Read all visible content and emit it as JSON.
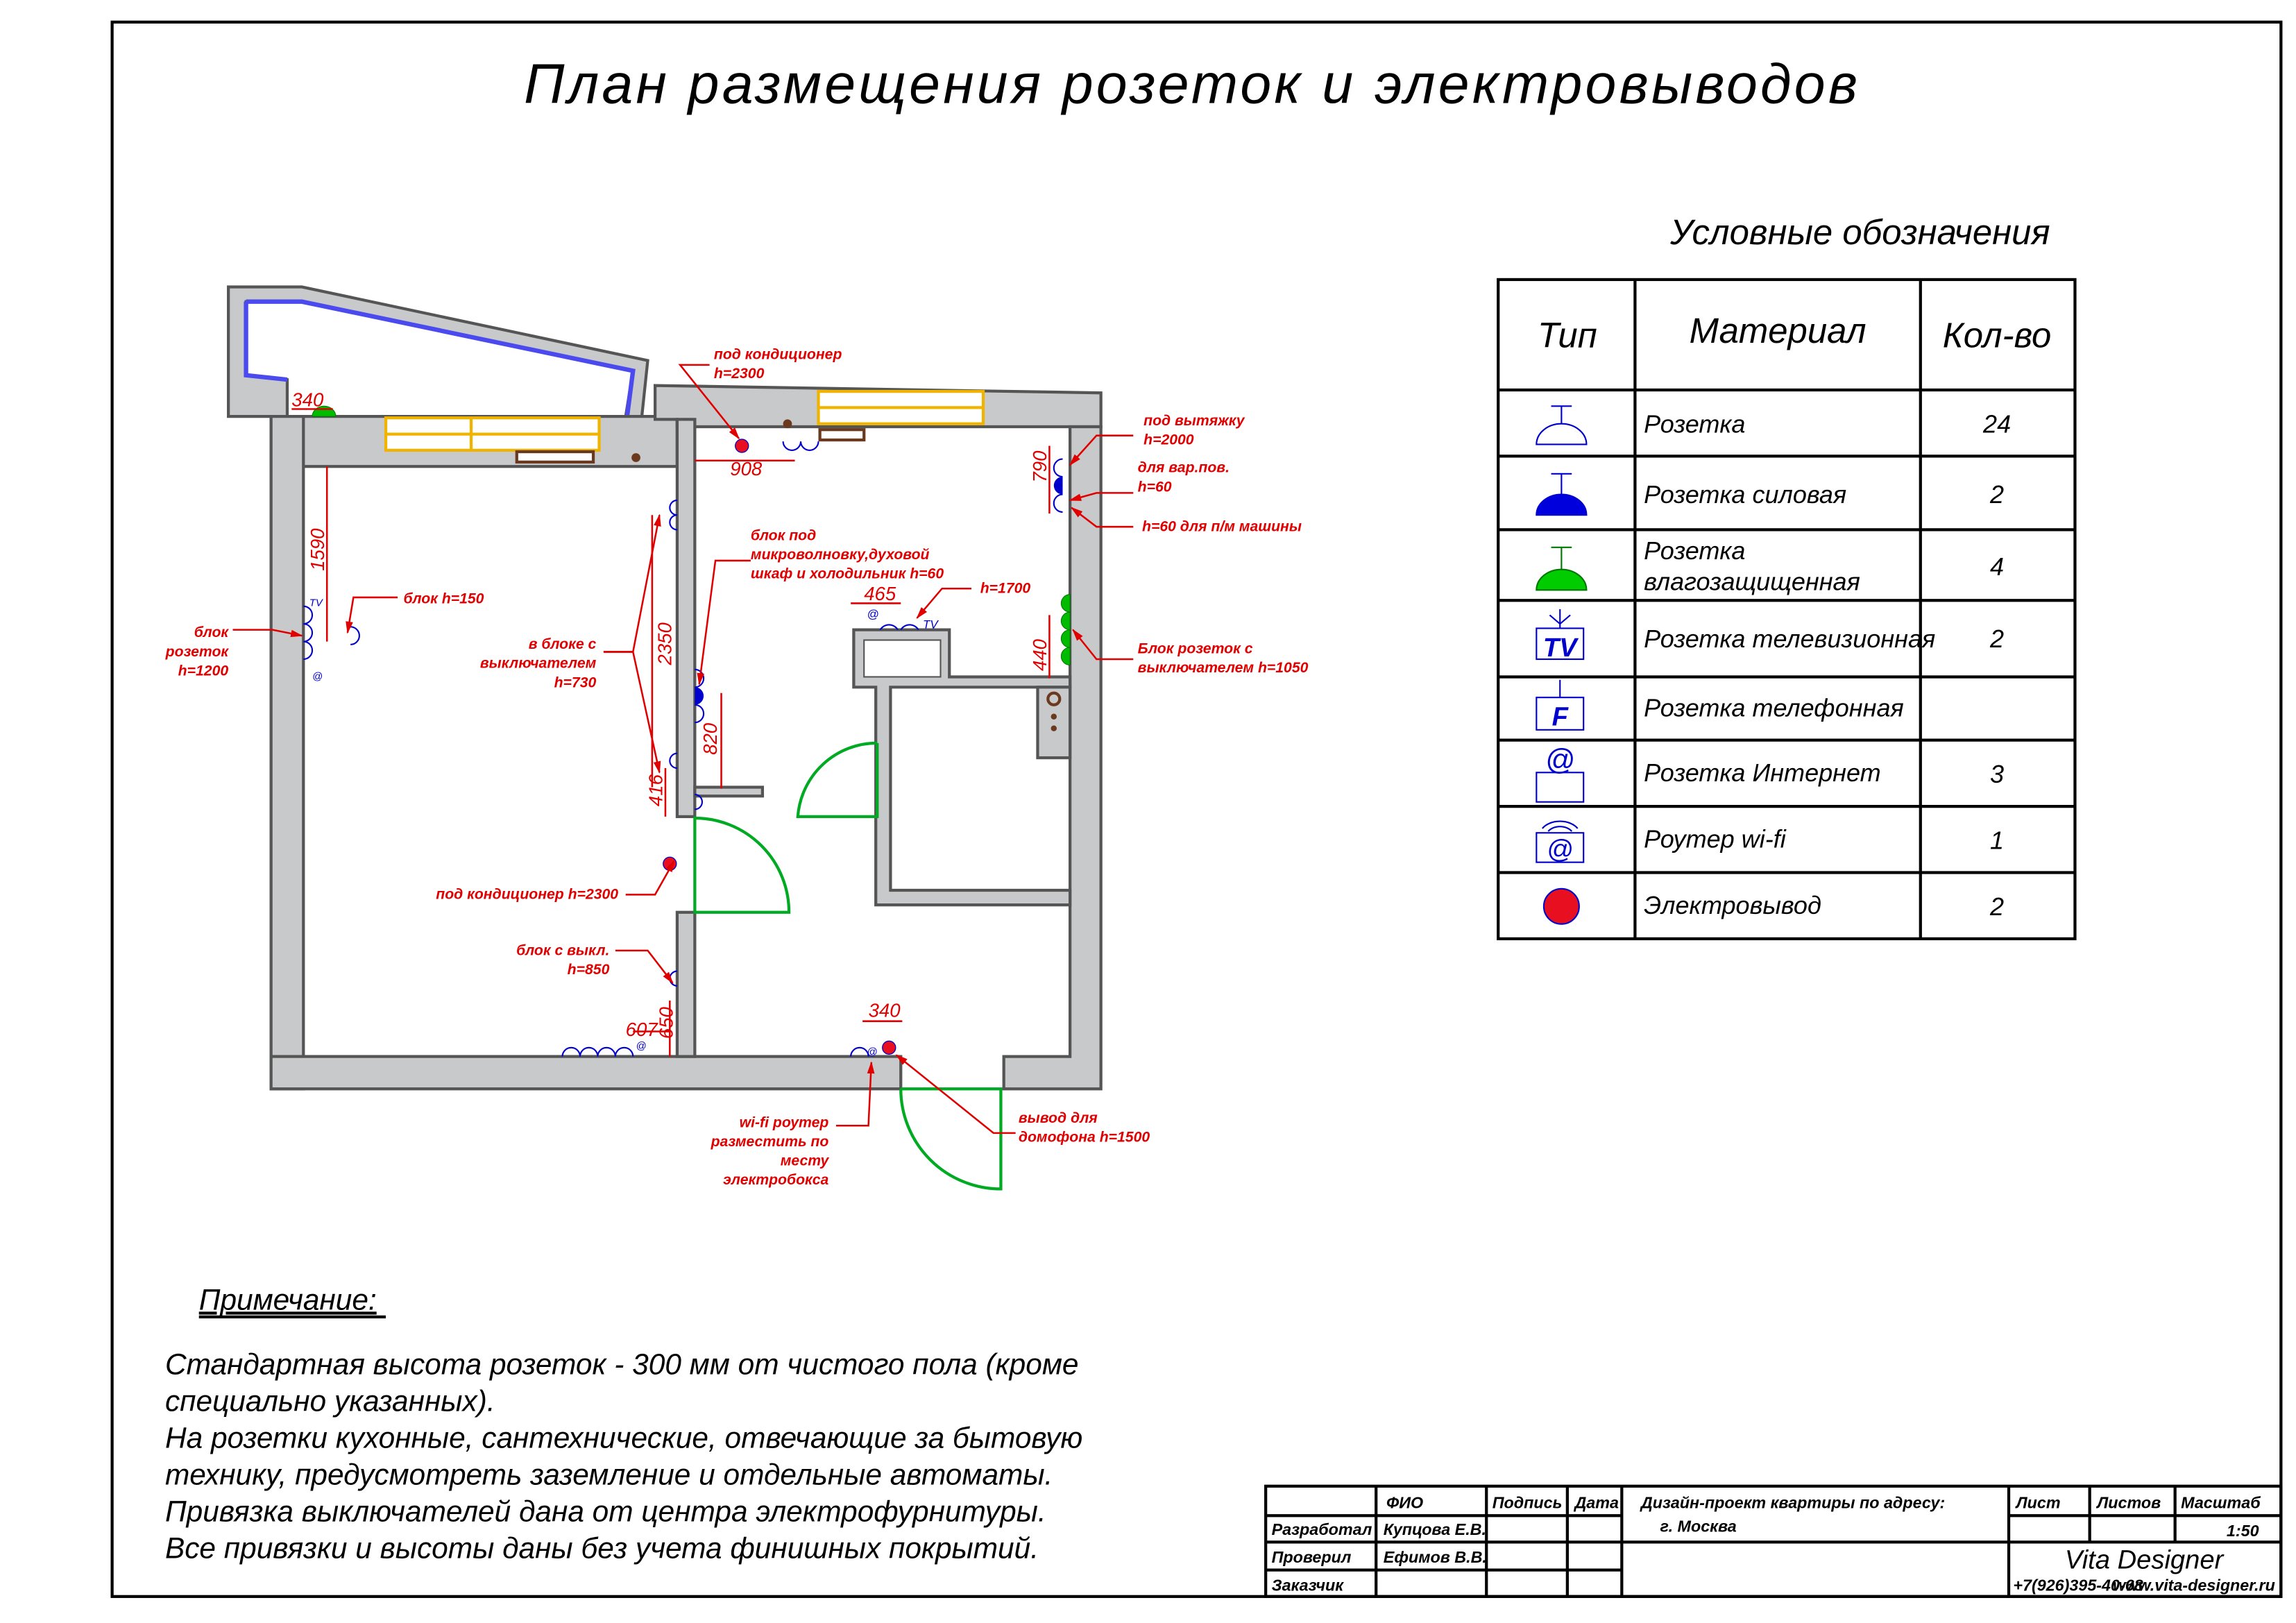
{
  "title": "План размещения розеток и электровыводов",
  "legend": {
    "heading": "Условные обозначения",
    "columns": [
      "Тип",
      "Материал",
      "Кол-во"
    ],
    "rows": [
      {
        "icon": "socket-icon",
        "material": "Розетка",
        "qty": "24"
      },
      {
        "icon": "power-socket-icon",
        "material": "Розетка силовая",
        "qty": "2"
      },
      {
        "icon": "waterproof-socket-icon",
        "material_line1": "Розетка",
        "material_line2": "влагозащищенная",
        "qty": "4"
      },
      {
        "icon": "tv-socket-icon",
        "icon_text": "TV",
        "material": "Розетка телевизионная",
        "qty": "2"
      },
      {
        "icon": "phone-socket-icon",
        "icon_text": "F",
        "material": "Розетка телефонная",
        "qty": ""
      },
      {
        "icon": "internet-socket-icon",
        "icon_text": "@",
        "material": "Розетка Интернет",
        "qty": "3"
      },
      {
        "icon": "wifi-router-icon",
        "icon_text": "@",
        "material": "Роутер wi-fi",
        "qty": "1"
      },
      {
        "icon": "electrical-outlet-icon",
        "material": "Электровывод",
        "qty": "2"
      }
    ]
  },
  "annotations": {
    "ac_top_1": "под кондиционер",
    "ac_top_2": "h=2300",
    "hood_1": "под вытяжку",
    "hood_2": "h=2000",
    "hob_1": "для вар.пов.",
    "hob_2": "h=60",
    "dishwasher": "h=60 для п/м машины",
    "micro_1": "блок под",
    "micro_2": "микроволновку,духовой",
    "micro_3": "шкаф и холодильник h=60",
    "h1700": "h=1700",
    "kitchen_block_1": "Блок розеток с",
    "kitchen_block_2": "выключателем h=1050",
    "block150": "блок h=150",
    "block1200_1": "блок",
    "block1200_2": "розеток",
    "block1200_3": "h=1200",
    "switch730_1": "в блоке с",
    "switch730_2": "выключателем",
    "switch730_3": "h=730",
    "ac_bottom": "под кондиционер h=2300",
    "block850_1": "блок с выкл.",
    "block850_2": "h=850",
    "wifi_1": "wi-fi роутер",
    "wifi_2": "разместить по",
    "wifi_3": "месту",
    "wifi_4": "электробокса",
    "intercom_1": "вывод для",
    "intercom_2": "домофона h=1500"
  },
  "dimensions": {
    "d340a": "340",
    "d908": "908",
    "d1590": "1590",
    "d790": "790",
    "d2350": "2350",
    "d465": "465",
    "d440": "440",
    "d820": "820",
    "d416": "416",
    "d607": "607",
    "d650": "650",
    "d340b": "340"
  },
  "notes": {
    "heading": "Примечание:",
    "lines": [
      "Стандартная высота розеток - 300 мм от чистого пола (кроме",
      "специально указанных).",
      "На розетки кухонные, сантехнические, отвечающие за бытовую",
      "технику, предусмотреть заземление и отдельные автоматы.",
      "Привязка выключателей дана от центра электрофурнитуры.",
      "Все привязки и высоты даны без учета финишных покрытий."
    ]
  },
  "title_block": {
    "fio": "ФИО",
    "sign": "Подпись",
    "date": "Дата",
    "project_1": "Дизайн-проект квартиры по адресу:",
    "project_2": "г. Москва",
    "sheet": "Лист",
    "sheets": "Листов",
    "scale": "Масштаб",
    "scale_value": "1:50",
    "developed": "Разработал",
    "developed_name": "Купцова Е.В.",
    "checked": "Проверил",
    "checked_name": "Ефимов В.В.",
    "customer": "Заказчик",
    "company": "Vita Designer",
    "phone": "+7(926)395-40-68",
    "site": "www.vita-designer.ru"
  },
  "colors": {
    "annotation": "#e00000",
    "socket": "#0000cc",
    "waterproof": "#00bb00",
    "outlet": "#e81020",
    "wall": "#c8c9cb",
    "door": "#00aa22",
    "window": "#f0b400"
  }
}
